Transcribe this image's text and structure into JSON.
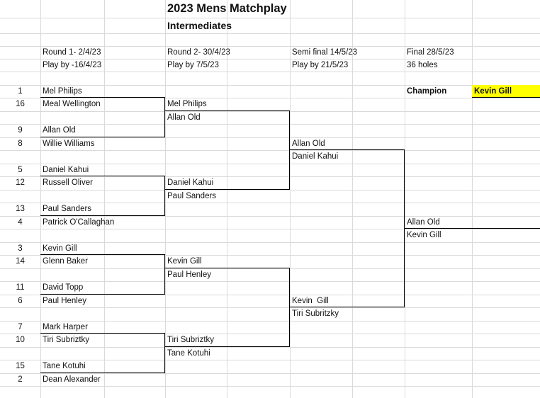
{
  "title": "2023 Mens Matchplay",
  "subtitle": "Intermediates",
  "rounds": [
    {
      "label": "Round 1- 2/4/23",
      "play_by": "Play by -16/4/23"
    },
    {
      "label": "Round 2- 30/4/23",
      "play_by": "Play by 7/5/23"
    },
    {
      "label": "Semi final 14/5/23",
      "play_by": "Play by 21/5/23"
    },
    {
      "label": "Final 28/5/23",
      "play_by": "36 holes"
    }
  ],
  "round1": [
    {
      "seed": "1",
      "name": "Mel Philips"
    },
    {
      "seed": "16",
      "name": "Meal Wellington"
    },
    {
      "seed": "9",
      "name": "Allan Old"
    },
    {
      "seed": "8",
      "name": "Willie Williams"
    },
    {
      "seed": "5",
      "name": "Daniel Kahui"
    },
    {
      "seed": "12",
      "name": "Russell Oliver"
    },
    {
      "seed": "13",
      "name": "Paul Sanders"
    },
    {
      "seed": "4",
      "name": "Patrick O'Callaghan"
    },
    {
      "seed": "3",
      "name": "Kevin Gill"
    },
    {
      "seed": "14",
      "name": "Glenn Baker"
    },
    {
      "seed": "11",
      "name": "David Topp"
    },
    {
      "seed": "6",
      "name": "Paul Henley"
    },
    {
      "seed": "7",
      "name": "Mark Harper"
    },
    {
      "seed": "10",
      "name": "Tiri Subriztky"
    },
    {
      "seed": "15",
      "name": "Tane Kotuhi"
    },
    {
      "seed": "2",
      "name": "Dean Alexander"
    }
  ],
  "round2": [
    "Mel Philips",
    "Allan Old",
    "Daniel Kahui",
    "Paul Sanders",
    "Kevin Gill",
    "Paul Henley",
    "Tiri Subriztky",
    "Tane Kotuhi"
  ],
  "semi": [
    "Allan Old",
    "Daniel Kahui",
    "Kevin  Gill",
    "Tiri Subritzky"
  ],
  "final": [
    "Allan Old",
    "Kevin Gill"
  ],
  "champion": {
    "label": "Champion",
    "name": "Kevin Gill",
    "highlight": "#ffff00"
  }
}
